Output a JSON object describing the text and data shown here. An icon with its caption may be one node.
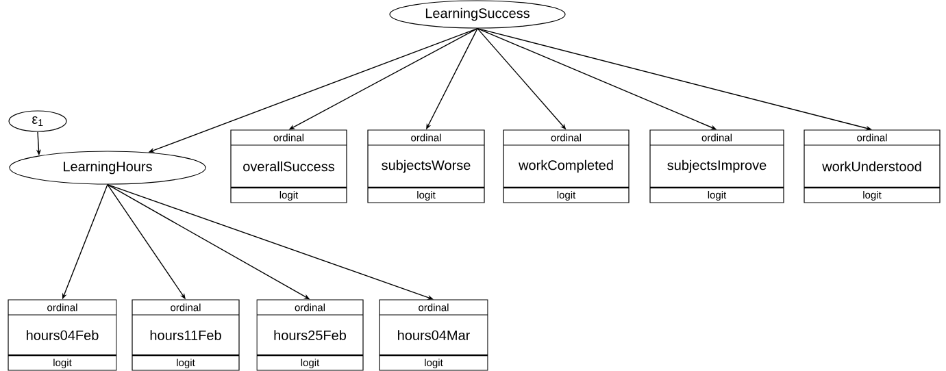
{
  "diagram": {
    "nodes": [
      {
        "text": [
          "LearningSuccess"
        ]
      },
      {
        "text": [
          "ε$_{1}$"
        ]
      },
      {
        "text": [
          "LearningHours"
        ]
      },
      {
        "text": [
          "ordinal",
          "overallSuccess",
          "logit"
        ]
      },
      {
        "text": [
          "ordinal",
          "subjectsWorse",
          "logit"
        ]
      },
      {
        "text": [
          "ordinal",
          "workCompleted",
          "logit"
        ]
      },
      {
        "text": [
          "ordinal",
          "subjectsImprove",
          "logit"
        ]
      },
      {
        "text": [
          "ordinal",
          "workUnderstood",
          "logit"
        ]
      },
      {
        "text": [
          "ordinal",
          "hours04Feb",
          "logit"
        ]
      },
      {
        "text": [
          "ordinal",
          "hours11Feb",
          "logit"
        ]
      },
      {
        "text": [
          "ordinal",
          "hours25Feb",
          "logit"
        ]
      },
      {
        "text": [
          "ordinal",
          "hours04Mar",
          "logit"
        ]
      }
    ],
    "edges": [
      {
        "from": 0,
        "to": 2,
        "arrow": "to"
      },
      {
        "from": 0,
        "to": 3,
        "arrow": "to"
      },
      {
        "from": 0,
        "to": 4,
        "arrow": "to"
      },
      {
        "from": 0,
        "to": 5,
        "arrow": "to"
      },
      {
        "from": 0,
        "to": 6,
        "arrow": "to"
      },
      {
        "from": 0,
        "to": 7,
        "arrow": "to"
      },
      {
        "from": 1,
        "to": 2,
        "arrow": "to"
      },
      {
        "from": 2,
        "to": 8,
        "arrow": "to"
      },
      {
        "from": 2,
        "to": 9,
        "arrow": "to"
      },
      {
        "from": 2,
        "to": 10,
        "arrow": "to"
      },
      {
        "from": 2,
        "to": 11,
        "arrow": "to"
      }
    ]
  }
}
